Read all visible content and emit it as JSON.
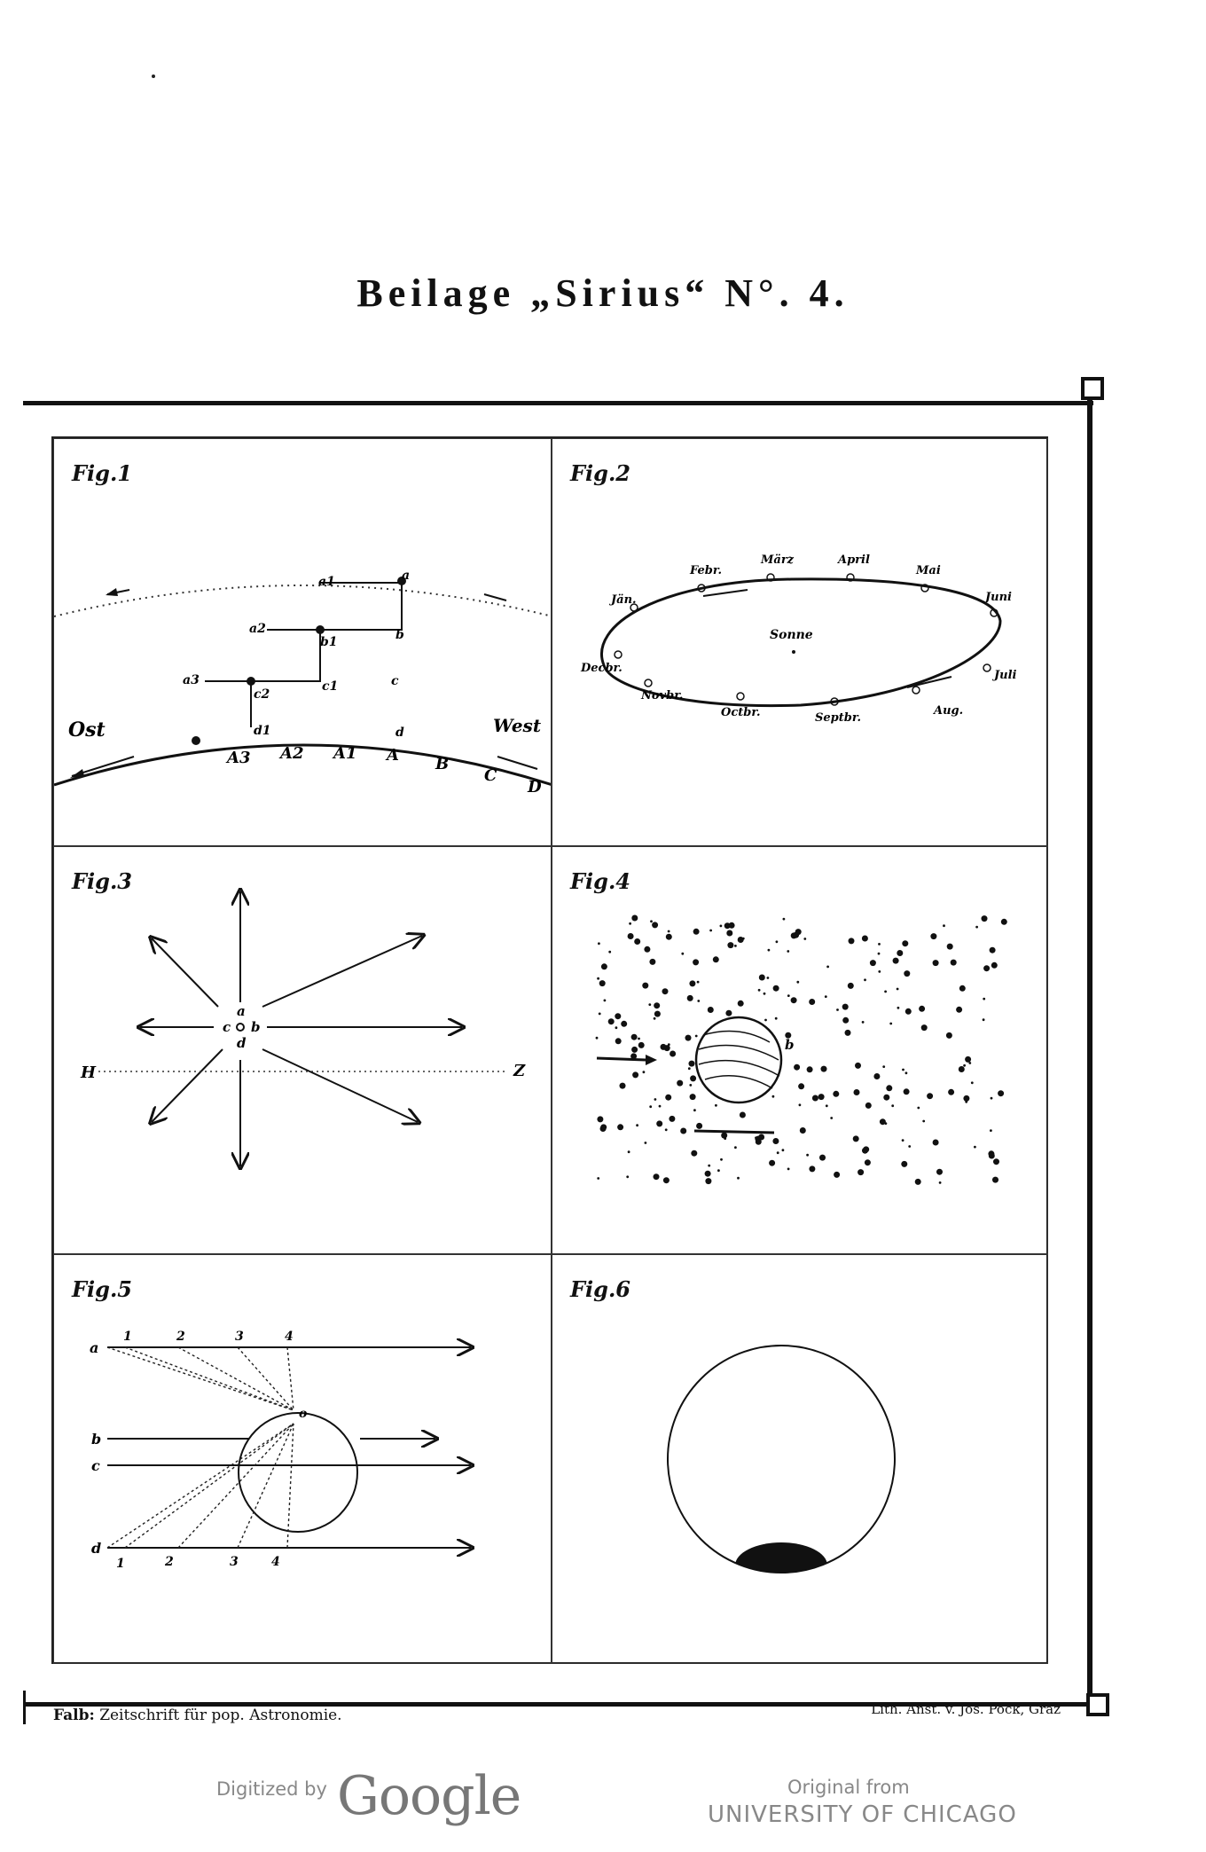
{
  "header": {
    "title": "Beilage „Sirius“ N°. 4."
  },
  "figures": {
    "fig1": {
      "label": "Fig.1",
      "ost": "Ost",
      "west": "West",
      "points": [
        "a1",
        "a2",
        "a3",
        "a",
        "b",
        "b1",
        "c1",
        "c2",
        "c",
        "d1",
        "d"
      ],
      "ground_labels": [
        "A3",
        "A2",
        "A1",
        "A",
        "B",
        "C",
        "D"
      ]
    },
    "fig2": {
      "label": "Fig.2",
      "center": "Sonne",
      "months": [
        "Jän.",
        "Febr.",
        "März",
        "April",
        "Mai",
        "Juni",
        "Juli",
        "Aug.",
        "Septbr.",
        "Octbr.",
        "Novbr.",
        "Decbr."
      ]
    },
    "fig3": {
      "label": "Fig.3",
      "point_labels": [
        "a",
        "b",
        "c",
        "d"
      ],
      "horizon_left": "H",
      "horizon_right": "Z"
    },
    "fig4": {
      "label": "Fig.4",
      "point_label": "b"
    },
    "fig5": {
      "label": "Fig.5",
      "row_labels": [
        "a",
        "b",
        "c",
        "d"
      ],
      "top_numbers": [
        "1",
        "2",
        "3",
        "4"
      ],
      "bottom_numbers": [
        "1",
        "2",
        "3",
        "4"
      ],
      "center_label": "o"
    },
    "fig6": {
      "label": "Fig.6"
    }
  },
  "footer": {
    "left_bold": "Falb:",
    "left_text": "Zeitschrift für pop. Astronomie.",
    "right_text": "Lith. Anst. v. Jos. Pock, Graz"
  },
  "watermark": {
    "digitized_by": "Digitized by",
    "google": "Google",
    "original_from": "Original from",
    "institution": "UNIVERSITY OF CHICAGO"
  }
}
